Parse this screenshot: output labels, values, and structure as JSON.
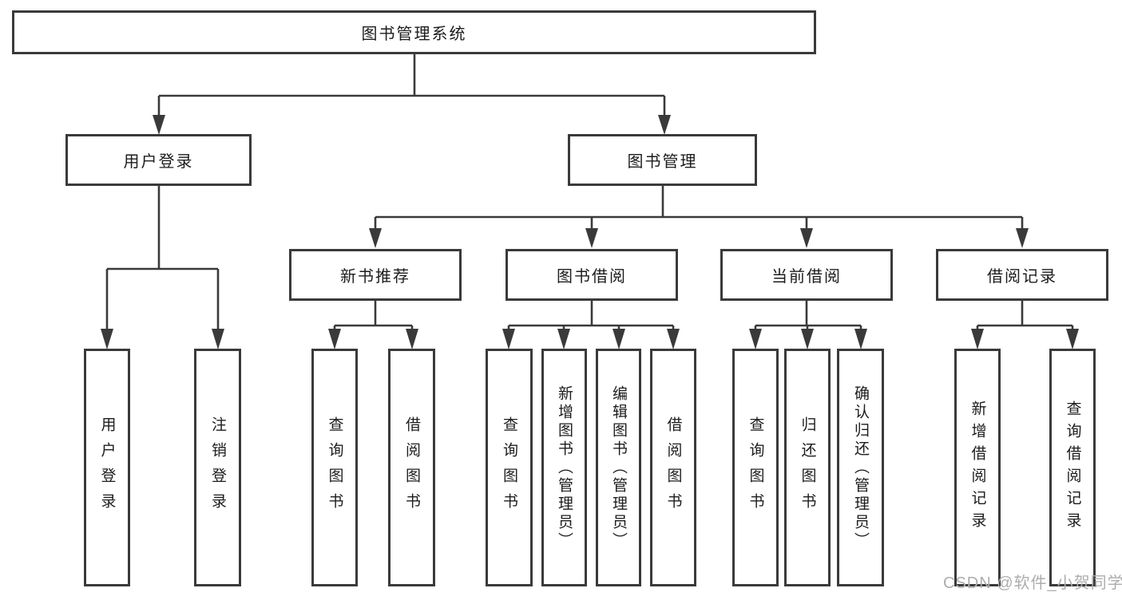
{
  "diagram_title": "图书管理系统",
  "structure": {
    "root": "图书管理系统",
    "children": [
      {
        "label": "用户登录",
        "children": [
          {
            "label": "用户登录"
          },
          {
            "label": "注销登录"
          }
        ]
      },
      {
        "label": "图书管理",
        "children": [
          {
            "label": "新书推荐",
            "children": [
              {
                "label": "查询图书"
              },
              {
                "label": "借阅图书"
              }
            ]
          },
          {
            "label": "图书借阅",
            "children": [
              {
                "label": "查询图书"
              },
              {
                "label": "新增图书（管理员）"
              },
              {
                "label": "编辑图书（管理员）"
              },
              {
                "label": "借阅图书"
              }
            ]
          },
          {
            "label": "当前借阅",
            "children": [
              {
                "label": "查询图书"
              },
              {
                "label": "归还图书"
              },
              {
                "label": "确认归还（管理员）"
              }
            ]
          },
          {
            "label": "借阅记录",
            "children": [
              {
                "label": "新增借阅记录"
              },
              {
                "label": "查询借阅记录"
              }
            ]
          }
        ]
      }
    ]
  },
  "watermark": {
    "text": "CSDN @软件_小贺同学"
  },
  "colors": {
    "line": "#3a3a3a",
    "text": "#1c1c1c",
    "background": "#ffffff",
    "watermark": "#adadad"
  }
}
